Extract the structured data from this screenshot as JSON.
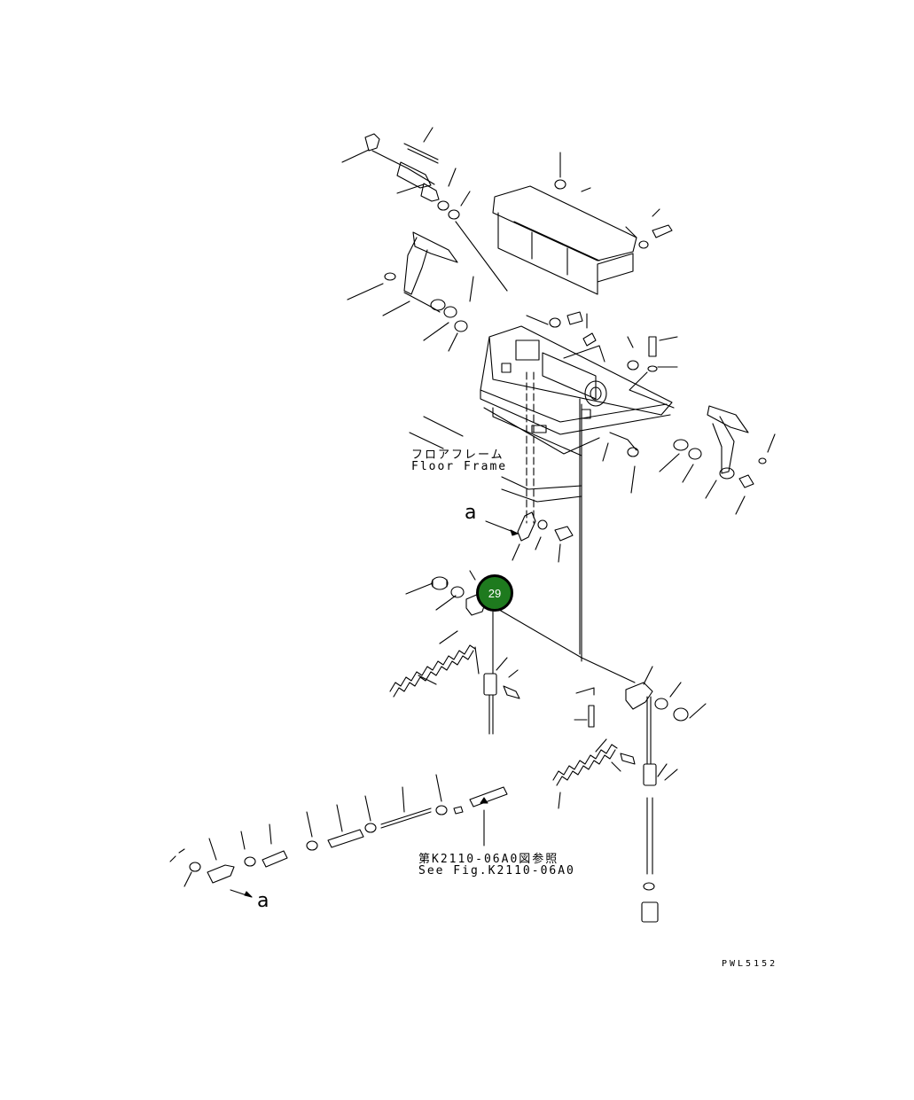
{
  "labels": {
    "floor_frame_jp": "フロアフレーム",
    "floor_frame_en": "Floor Frame",
    "see_fig_jp": "第K2110-06A0図参照",
    "see_fig_en": "See Fig.K2110-06A0",
    "marker_a_top": "a",
    "marker_a_bottom": "a",
    "drawing_number": "PWL5152"
  },
  "callout": {
    "number": "29",
    "color": "#1e7a1e"
  }
}
